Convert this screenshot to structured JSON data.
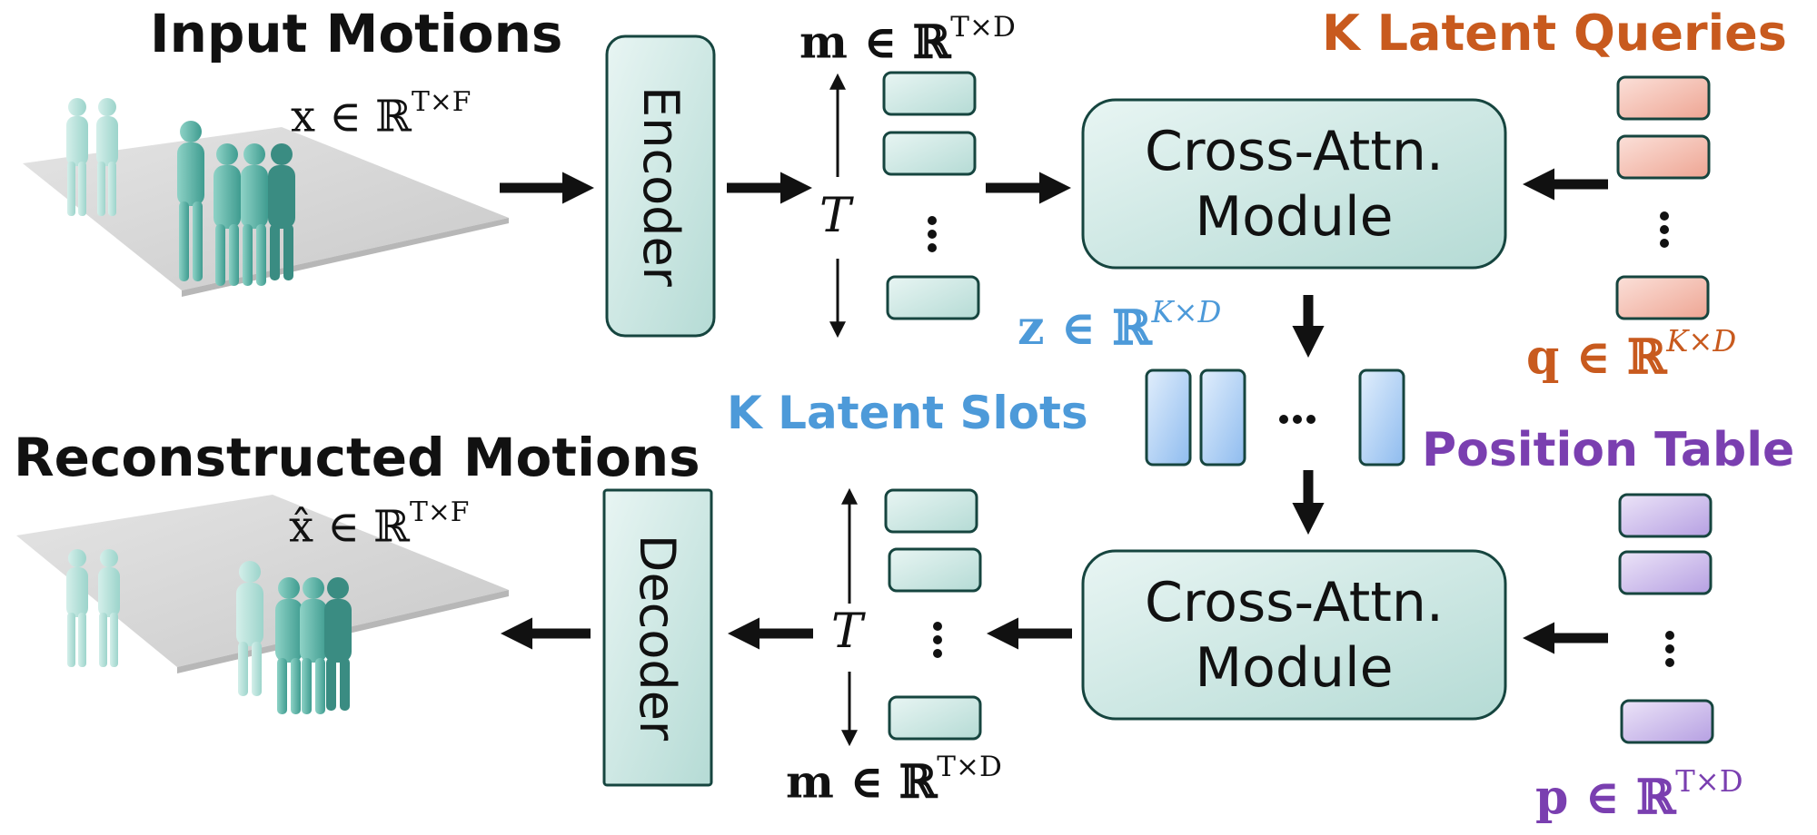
{
  "top": {
    "title": "Input Motions",
    "input_math": "x ∈ ℝ",
    "input_sup": "T×F",
    "encoder_label": "Encoder",
    "m_math": "m ∈ ℝ",
    "m_sup": "T×D",
    "t_label": "T",
    "cross_attn_line1": "Cross-Attn.",
    "cross_attn_line2": "Module",
    "queries_title": "K Latent Queries",
    "q_math": "q ∈ ℝ",
    "q_sup": "K×D"
  },
  "middle": {
    "z_math": "z ∈ ℝ",
    "z_sup": "K×D",
    "slots_title": "K Latent Slots"
  },
  "bottom": {
    "title": "Reconstructed Motions",
    "output_math": "x̂ ∈ ℝ",
    "output_sup": "T×F",
    "decoder_label": "Decoder",
    "m_math": "m ∈ ℝ",
    "m_sup": "T×D",
    "t_label": "T",
    "cross_attn_line1": "Cross-Attn.",
    "cross_attn_line2": "Module",
    "position_title": "Position Table",
    "p_math": "p ∈ ℝ",
    "p_sup": "T×D"
  },
  "colors": {
    "teal": "#c9e6e1",
    "query_red": "#f3b3a6",
    "slot_blue": "#a9cdf5",
    "position_purple": "#c9b6ea",
    "queries_text": "#c85a1e",
    "slots_text": "#4d9ad9",
    "position_text": "#7a3fb0"
  }
}
